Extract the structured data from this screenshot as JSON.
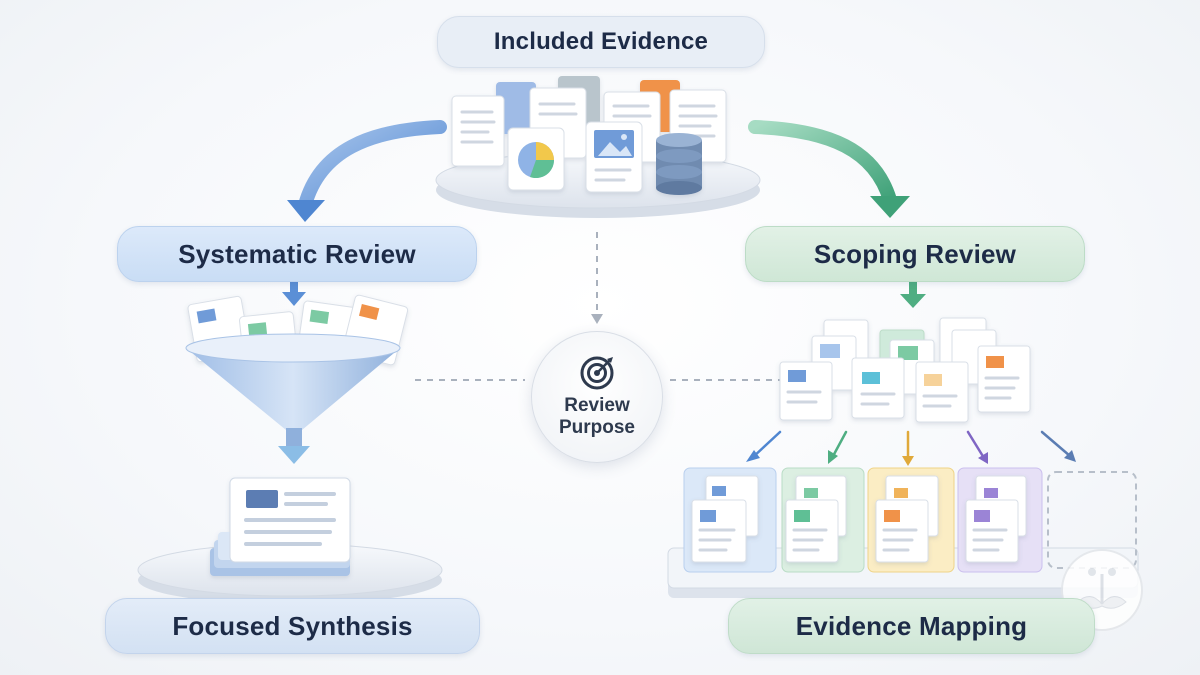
{
  "top_label": "Included Evidence",
  "left_label": "Systematic Review",
  "right_label": "Scoping Review",
  "center_label_line1": "Review",
  "center_label_line2": "Purpose",
  "bottom_left_label": "Focused Synthesis",
  "bottom_right_label": "Evidence Mapping",
  "colors": {
    "blue_accent": "#5b8fd6",
    "green_accent": "#4fae82",
    "yellow_accent": "#f2c84b",
    "purple_accent": "#9b84d6",
    "orange_accent": "#f0924a",
    "text_dark": "#1d2b47"
  },
  "icons": [
    "target-icon",
    "pie-chart-icon",
    "image-icon",
    "database-icon",
    "funnel-icon",
    "document-icon",
    "logo-icon"
  ]
}
